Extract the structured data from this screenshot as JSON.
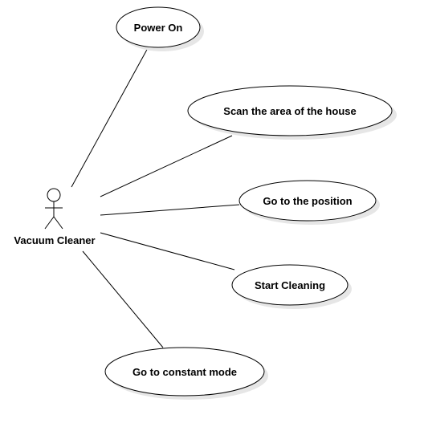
{
  "actor": {
    "name": "Vacuum Cleaner",
    "icon": "stick-figure-icon"
  },
  "use_cases": [
    {
      "id": "power-on",
      "label": "Power On"
    },
    {
      "id": "scan-area",
      "label": "Scan the area of the house"
    },
    {
      "id": "go-to-position",
      "label": "Go to the position"
    },
    {
      "id": "start-cleaning",
      "label": "Start Cleaning"
    },
    {
      "id": "constant-mode",
      "label": "Go to constant mode"
    }
  ],
  "colors": {
    "stroke": "#000000",
    "fill": "#ffffff",
    "shadow": "#e6e6e6"
  }
}
